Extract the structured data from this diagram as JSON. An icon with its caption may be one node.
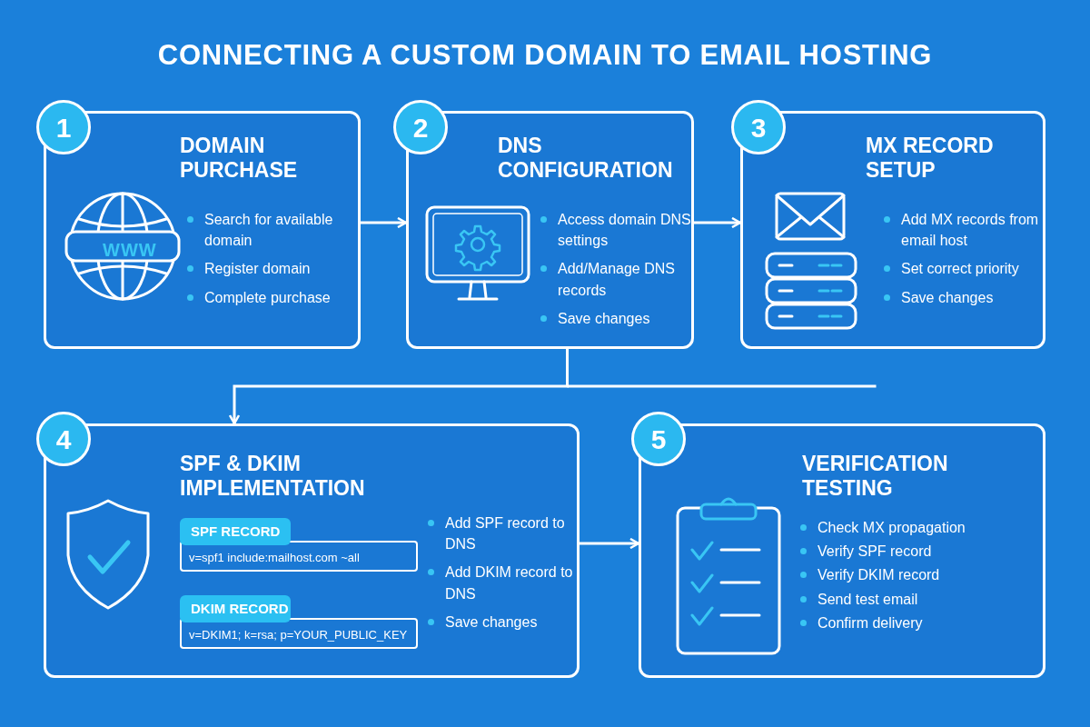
{
  "diagram": {
    "title": "CONNECTING A CUSTOM DOMAIN TO EMAIL HOSTING",
    "nodes": [
      {
        "text": [
          "1"
        ]
      },
      {
        "text": [
          "DOMAIN PURCHASE",
          "Search for available domain",
          "Register domain",
          "Complete purchase"
        ]
      },
      {
        "text": [
          "2"
        ]
      },
      {
        "text": [
          "DNS CONFIGURATION",
          "Access domain DNS settings",
          "Add/Manage DNS records",
          "Save changes"
        ]
      },
      {
        "text": [
          "3"
        ]
      },
      {
        "text": [
          "MX RECORD SETUP",
          "Add MX records from email host",
          "Set correct priority",
          "Save changes"
        ]
      },
      {
        "text": [
          "4"
        ]
      },
      {
        "text": [
          "SPF & DKIM IMPLEMENTATION",
          "Add SPF record to DNS",
          "Add DKIM record to DNS",
          "Save changes"
        ]
      },
      {
        "text": [
          "SPF RECORD"
        ],
        "in": 7
      },
      {
        "text": [
          "v=spf1 include:mailhost.com ~all"
        ],
        "in": 7
      },
      {
        "text": [
          "DKIM RECORD"
        ],
        "in": 7
      },
      {
        "text": [
          "v=DKIM1; k=rsa; p=YOUR_PUBLIC_KEY"
        ],
        "in": 7
      },
      {
        "text": [
          "5"
        ]
      },
      {
        "text": [
          "VERIFICATION TESTING",
          "Check MX propagation",
          "Verify SPF record",
          "Verify DKIM record",
          "Send test email",
          "Confirm delivery"
        ]
      }
    ],
    "edges": [
      {
        "from": 1,
        "to": 3,
        "arrow": "to"
      },
      {
        "from": 3,
        "to": 5,
        "arrow": "to"
      },
      {
        "from": 3,
        "to": 7,
        "arrow": "to"
      },
      {
        "from": 7,
        "to": 13,
        "arrow": "to"
      }
    ],
    "labels": [
      "WWW"
    ]
  }
}
